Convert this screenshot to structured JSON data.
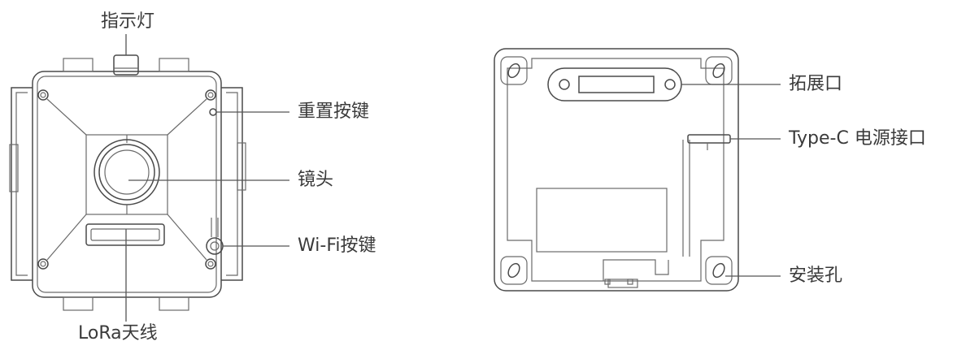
{
  "front_view": {
    "labels": {
      "indicator": "指示灯",
      "reset_button": "重置按键",
      "lens": "镜头",
      "wifi_button": "Wi-Fi按键",
      "lora_antenna": "LoRa天线"
    }
  },
  "back_view": {
    "labels": {
      "expansion_port": "拓展口",
      "typec_port": "Type-C 电源接口",
      "mounting_hole": "安装孔"
    }
  },
  "colors": {
    "line": "#4a4a4a",
    "text": "#3a3a3a",
    "background": "#ffffff"
  }
}
